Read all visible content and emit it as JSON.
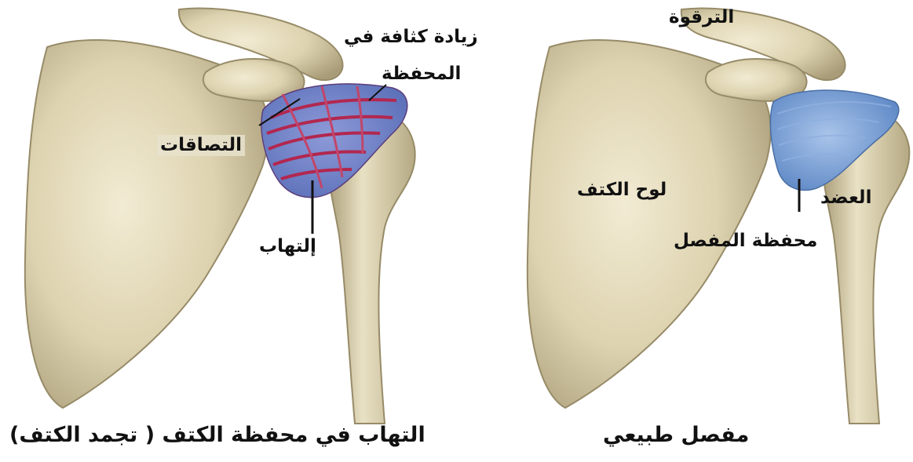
{
  "colors": {
    "bone": "#ddd3b0",
    "bone_shadow": "#9f9472",
    "bone_light": "#f1ead2",
    "capsule_normal": "#6f98cf",
    "capsule_inflamed_red": "#b2274f",
    "capsule_inflamed_blue": "#6b84c8",
    "leader": "#111111"
  },
  "left_panel": {
    "caption": "التهاب في محفظة الكتف ( تجمد الكتف)",
    "labels": {
      "thickening": "زيادة كثافة في",
      "thickening_line2": "المحفظة",
      "adhesions": "التصاقات",
      "inflammation": "إلتهاب"
    }
  },
  "right_panel": {
    "caption": "مفصل طبيعي",
    "labels": {
      "clavicle": "الترقوة",
      "scapula": "لوح الكتف",
      "humerus": "العضد",
      "capsule": "محفظة المفصل"
    }
  }
}
